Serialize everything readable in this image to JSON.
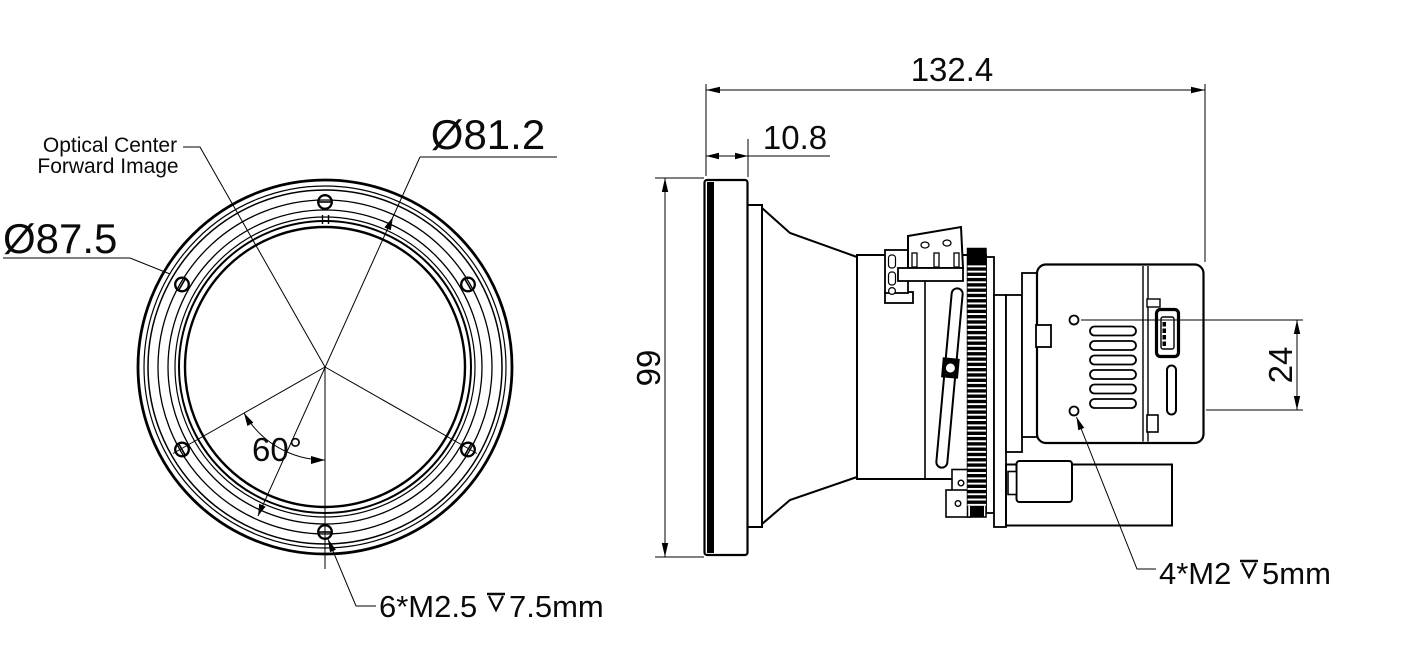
{
  "drawing": {
    "front_view": {
      "note_line1": "Optical Center",
      "note_line2": "Forward Image",
      "outer_diameter": "Ø87.5",
      "bolt_circle": "Ø81.2",
      "angle": "60°",
      "thread": {
        "prefix": "6*M2.5",
        "suffix": "7.5mm"
      }
    },
    "side_view": {
      "length": "132.4",
      "flange": "10.8",
      "height": "99",
      "holes": "24",
      "thread": {
        "prefix": "4*M2",
        "suffix": "5mm"
      }
    },
    "colors": {
      "line": "#000000",
      "background": "#ffffff"
    }
  }
}
